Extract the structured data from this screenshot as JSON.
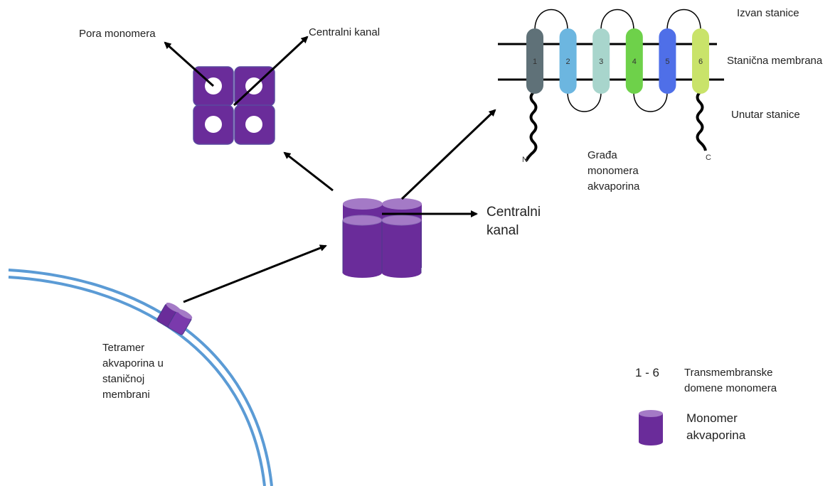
{
  "labels": {
    "pora_monomera": "Pora monomera",
    "centralni_kanal_top": "Centralni kanal",
    "centralni_kanal_mid": "Centralni kanal",
    "tetramer": "Tetramer akvaporina u staničnoj membrani",
    "izvan_stanice": "Izvan stanice",
    "stanicna_membrana": "Stanična membrana",
    "unutar_stanice": "Unutar stanice",
    "grada_monomera": "Građa monomera akvaporina"
  },
  "termini": {
    "n": "N",
    "c": "C"
  },
  "domains": [
    {
      "num": "1",
      "color": "#5f7178"
    },
    {
      "num": "2",
      "color": "#6cb6e0"
    },
    {
      "num": "3",
      "color": "#a8d5cc"
    },
    {
      "num": "4",
      "color": "#6ed14a"
    },
    {
      "num": "5",
      "color": "#4f6fe8"
    },
    {
      "num": "6",
      "color": "#c9e36a"
    }
  ],
  "legend": {
    "range": "1 - 6",
    "range_desc": "Transmembranske domene monomera",
    "monomer_desc": "Monomer akvaporina"
  },
  "colors": {
    "purple": "#6a2c9a",
    "purple_top": "#a47ac6",
    "purple_border": "#4a3a8a",
    "membrane_blue": "#5b9bd5"
  }
}
